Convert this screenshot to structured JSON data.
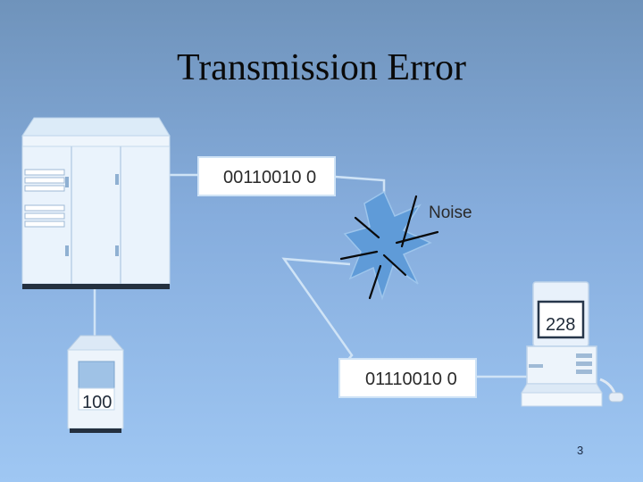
{
  "slide": {
    "title": "Transmission Error",
    "page_number": "3"
  },
  "diagram": {
    "sent_bits": "00110010 0",
    "received_bits": "01110010 0",
    "noise_label": "Noise",
    "sender_value": "100",
    "receiver_value": "228",
    "colors": {
      "line": "#cfe3f6",
      "mainframe": "#e8f1fb",
      "box_fill": "#ffffff",
      "noise": "#5f9bd8"
    },
    "icons": [
      "mainframe-icon",
      "terminal-icon",
      "desktop-computer-icon",
      "noise-burst-icon"
    ]
  }
}
